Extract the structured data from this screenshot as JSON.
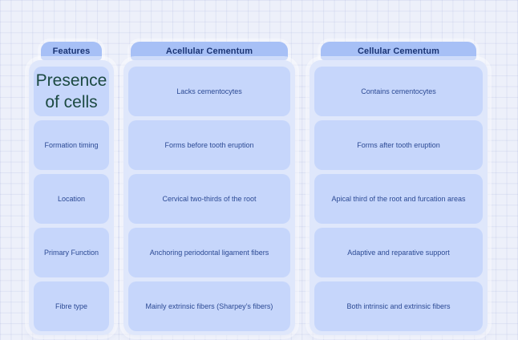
{
  "table": {
    "columns": [
      {
        "header": "Features",
        "rows": [
          "Presence of cells",
          "Formation timing",
          "Location",
          "Primary Function",
          "Fibre type"
        ]
      },
      {
        "header": "Acellular Cementum",
        "rows": [
          "Lacks cementocytes",
          "Forms before tooth eruption",
          "Cervical two-thirds of the root",
          "Anchoring periodontal ligament fibers",
          "Mainly extrinsic fibers (Sharpey’s fibers)"
        ]
      },
      {
        "header": "Cellular Cementum",
        "rows": [
          "Contains cementocytes",
          "Forms after tooth eruption",
          "Apical third of the root and furcation areas",
          "Adaptive and reparative support",
          "Both intrinsic and extrinsic fibers"
        ]
      }
    ]
  },
  "colors": {
    "canvas_background": "#edf0fa",
    "grid_line": "#dfe4f4",
    "panel": "#dfe7fb",
    "cell": "#c6d6fb",
    "header_pill": "#a7c0f6",
    "header_text": "#1b3575",
    "cell_text": "#2c4a94",
    "highlight_text": "#1c4a42"
  }
}
